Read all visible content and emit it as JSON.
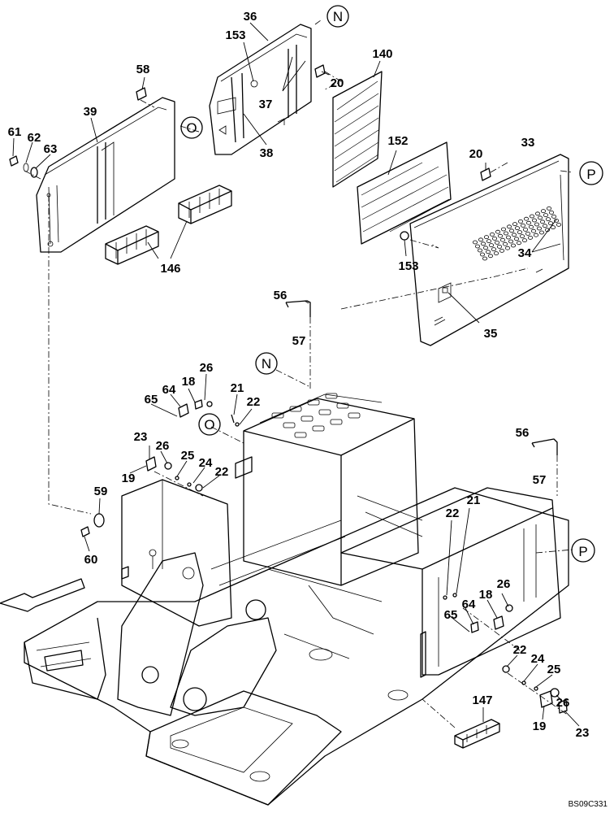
{
  "diagram": {
    "reference_circles": [
      "N",
      "O",
      "P",
      "N",
      "O",
      "P"
    ],
    "callouts": [
      "36",
      "153",
      "58",
      "39",
      "61",
      "62",
      "63",
      "140",
      "20",
      "37",
      "38",
      "152",
      "20",
      "33",
      "34",
      "153",
      "146",
      "56",
      "57",
      "35",
      "26",
      "18",
      "64",
      "65",
      "21",
      "22",
      "23",
      "26",
      "25",
      "24",
      "22",
      "19",
      "59",
      "60",
      "56",
      "57",
      "21",
      "22",
      "64",
      "18",
      "26",
      "65",
      "22",
      "24",
      "25",
      "26",
      "19",
      "23",
      "147"
    ],
    "footer_code": "BS09C331"
  }
}
